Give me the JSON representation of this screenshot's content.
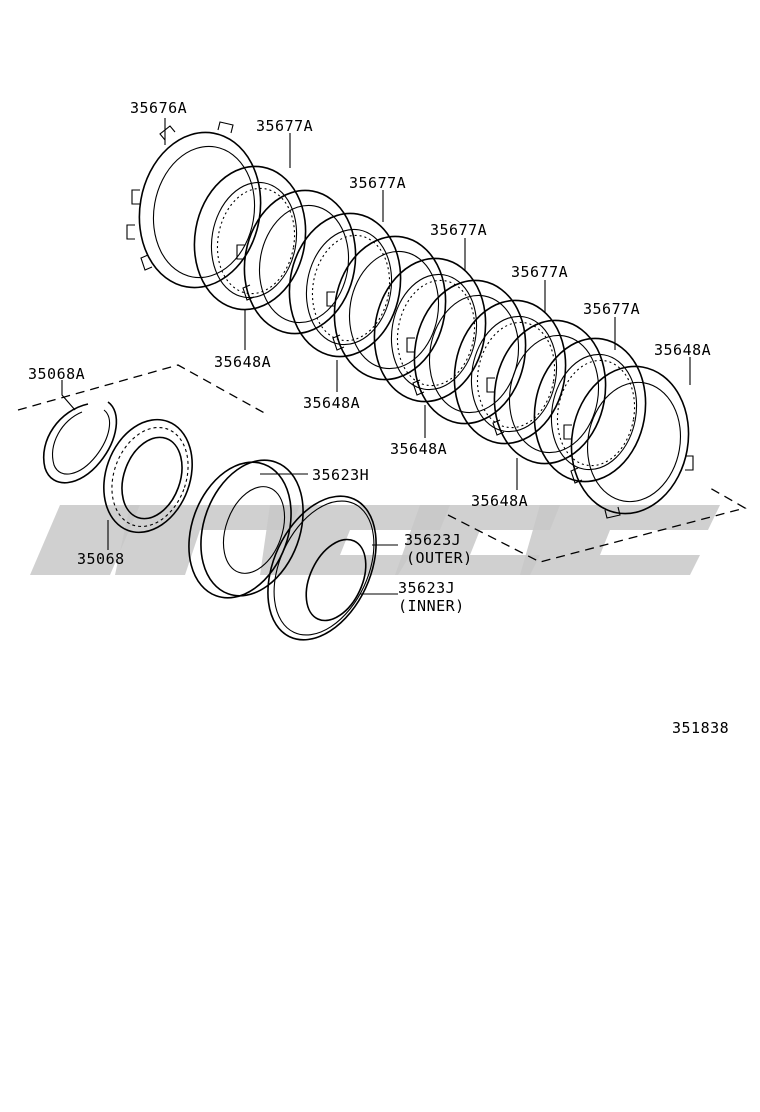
{
  "labels": {
    "retaining_plate": "35676A",
    "disc_1": "35677A",
    "disc_2": "35677A",
    "disc_3": "35677A",
    "disc_4": "35677A",
    "disc_5": "35677A",
    "plate_1": "35648A",
    "plate_2": "35648A",
    "plate_3": "35648A",
    "plate_4": "35648A",
    "plate_5": "35648A",
    "snap_ring": "35068A",
    "one_way_clutch": "35068",
    "piston": "35623H",
    "oring_outer_code": "35623J",
    "oring_outer_note": "(OUTER)",
    "oring_inner_code": "35623J",
    "oring_inner_note": "(INNER)",
    "illustration_number": "351838"
  },
  "watermark": {
    "color": "#c8c8c8"
  }
}
